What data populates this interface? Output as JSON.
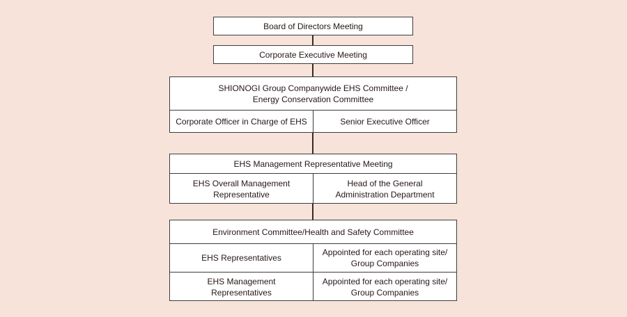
{
  "board": "Board of Directors Meeting",
  "executive": "Corporate Executive Meeting",
  "committee": {
    "title": "SHIONOGI Group Companywide EHS Committee /\nEnergy Conservation Committee",
    "left": "Corporate Officer in Charge of EHS",
    "right": "Senior Executive Officer"
  },
  "representative_meeting": {
    "title": "EHS Management Representative Meeting",
    "left": "EHS Overall Management\nRepresentative",
    "right": "Head of the General\nAdministration Department"
  },
  "env_committee": {
    "title": "Environment Committee/Health and Safety Committee",
    "rows": [
      {
        "left": "EHS Representatives",
        "right": "Appointed for each operating site/\nGroup Companies"
      },
      {
        "left": "EHS Management\nRepresentatives",
        "right": "Appointed for each operating site/\nGroup Companies"
      }
    ]
  }
}
